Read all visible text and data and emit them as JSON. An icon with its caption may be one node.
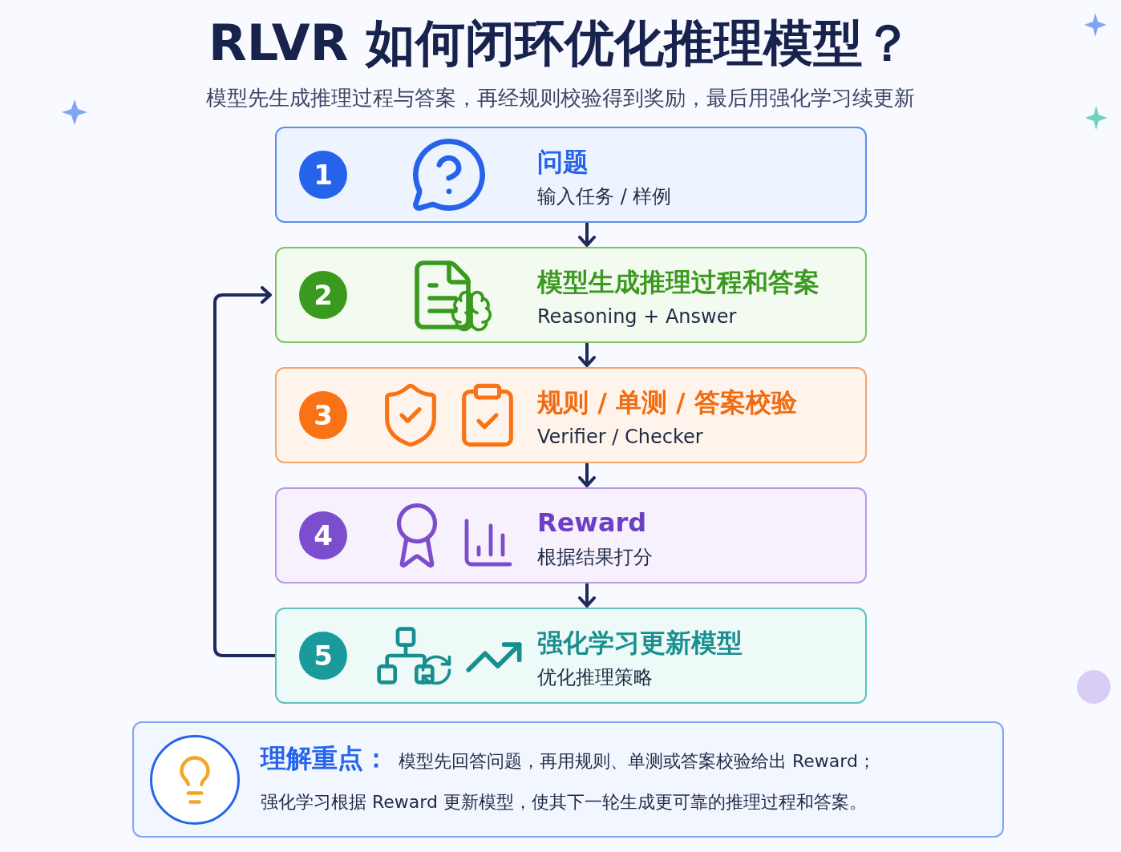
{
  "diagram": {
    "title": "RLVR 如何闭环优化推理模型？",
    "caption": "模型先生成推理过程与答案，再经规则校验得到奖励，最后用强化学习续更新",
    "nodes": [
      {
        "text": [
          "问题",
          "输入任务 / 样例"
        ]
      },
      {
        "text": [
          "1"
        ],
        "in": 0
      },
      {
        "text": [
          "模型生成推理过程和答案",
          "Reasoning + Answer"
        ]
      },
      {
        "text": [
          "2"
        ],
        "in": 2
      },
      {
        "text": [
          "规则 / 单测 / 答案校验",
          "Verifier / Checker"
        ]
      },
      {
        "text": [
          "3"
        ],
        "in": 4
      },
      {
        "text": [
          "Reward",
          "根据结果打分"
        ]
      },
      {
        "text": [
          "4"
        ],
        "in": 6
      },
      {
        "text": [
          "强化学习更新模型",
          "优化推理策略"
        ]
      },
      {
        "text": [
          "5"
        ],
        "in": 8
      },
      {
        "text": [
          "理解重点：",
          "模型先回答问题，再用规则、单测或答案校验给出 Reward；",
          "强化学习根据 Reward 更新模型，使其下一轮生成更可靠的推理过程和答案。"
        ]
      }
    ],
    "edges": [
      {
        "from": 0,
        "to": 2,
        "arrow": "to"
      },
      {
        "from": 2,
        "to": 4,
        "arrow": "to"
      },
      {
        "from": 4,
        "to": 6,
        "arrow": "to"
      },
      {
        "from": 6,
        "to": 8,
        "arrow": "to"
      },
      {
        "from": 8,
        "to": 2,
        "arrow": "to"
      }
    ]
  }
}
